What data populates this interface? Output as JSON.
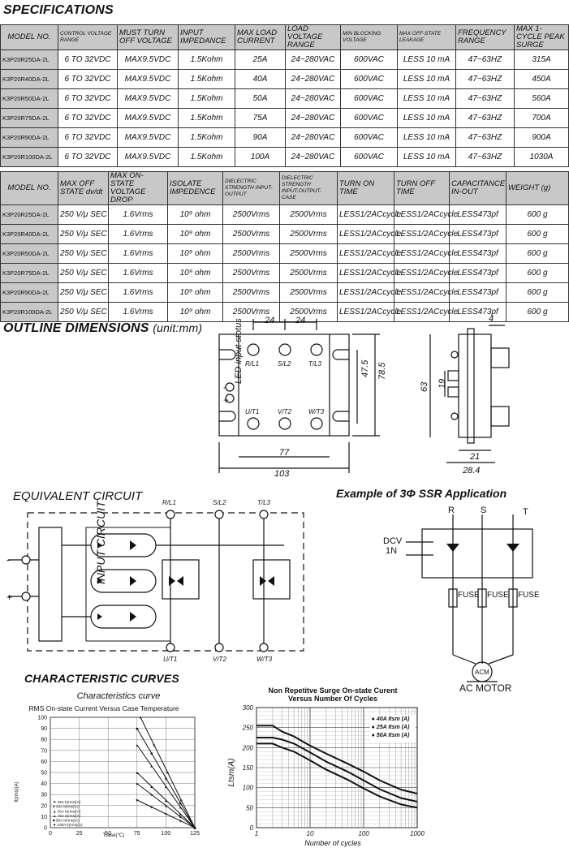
{
  "titles": {
    "specifications": "SPECIFICATIONS",
    "outline": "OUTLINE DIMENSIONS",
    "outline_unit": "(unit:mm)",
    "equivalent": "EQUIVALENT  CIRCUIT",
    "example": "Example of 3Φ SSR Application",
    "curves": "CHARACTERISTIC  CURVES"
  },
  "table1": {
    "headers": [
      "MODEL NO.",
      "CONTROL VOLTAGE RANGE",
      "MUST TURN OFF VOLTAGE",
      "INPUT IMPEDANCE",
      "MAX LOAD CURRENT",
      "LOAD VOLTAGE RANGE",
      "MIN BLOCKING VOLTAGE",
      "MAX OFF-STATE LEAKAGE",
      "FREQUENCY RANGE",
      "MAX 1-CYCLE PEAK SURGE"
    ],
    "rows": [
      [
        "K3P20R25DA-2L",
        "6 TO 32VDC",
        "MAX9.5VDC",
        "1.5Kohm",
        "25A",
        "24~280VAC",
        "600VAC",
        "LESS 10 mA",
        "47~63HZ",
        "315A"
      ],
      [
        "K3P20R40DA-2L",
        "6 TO 32VDC",
        "MAX9.5VDC",
        "1.5Kohm",
        "40A",
        "24~280VAC",
        "600VAC",
        "LESS 10 mA",
        "47~63HZ",
        "450A"
      ],
      [
        "K3P20R50DA-2L",
        "6 TO 32VDC",
        "MAX9.5VDC",
        "1.5Kohm",
        "50A",
        "24~280VAC",
        "600VAC",
        "LESS 10 mA",
        "47~63HZ",
        "560A"
      ],
      [
        "K3P20R75DA-2L",
        "6 TO 32VDC",
        "MAX9.5VDC",
        "1.5Kohm",
        "75A",
        "24~280VAC",
        "600VAC",
        "LESS 10 mA",
        "47~63HZ",
        "700A"
      ],
      [
        "K3P20R90DA-2L",
        "6 TO 32VDC",
        "MAX9.5VDC",
        "1.5Kohm",
        "90A",
        "24~280VAC",
        "600VAC",
        "LESS 10 mA",
        "47~63HZ",
        "900A"
      ],
      [
        "K3P20R100DA-2L",
        "6 TO 32VDC",
        "MAX9.5VDC",
        "1.5Kohm",
        "100A",
        "24~280VAC",
        "600VAC",
        "LESS 10 mA",
        "47~63HZ",
        "1030A"
      ]
    ]
  },
  "table2": {
    "headers": [
      "MODEL NO.",
      "MAX OFF STATE dv/dt",
      "MAX  ON-STATE VOLTAGE DROP",
      "ISOLATE IMPEDENCE",
      "DIELECTRIC STRENGTH INPUT-OUTPUT",
      "DIELECTRIC STRENGTH INPUT.OUTPUT-CASE",
      "TURN ON TIME",
      "TURN OFF TIME",
      "CAPACITANCE IN-OUT",
      "WEIGHT (g)"
    ],
    "rows": [
      [
        "K3P20R25DA-2L",
        "250 V/μ SEC",
        "1.6Vrms",
        "10⁹ ohm",
        "2500Vrms",
        "2500Vrms",
        "LESS1/2ACcycle",
        "LESS1/2ACcycle",
        "LESS473pf",
        "600 g"
      ],
      [
        "K3P20R40DA-2L",
        "250 V/μ SEC",
        "1.6Vrms",
        "10⁹ ohm",
        "2500Vrms",
        "2500Vrms",
        "LESS1/2ACcycle",
        "LESS1/2ACcycle",
        "LESS473pf",
        "600 g"
      ],
      [
        "K3P20R50DA-2L",
        "250 V/μ SEC",
        "1.6Vrms",
        "10⁹ ohm",
        "2500Vrms",
        "2500Vrms",
        "LESS1/2ACcycle",
        "LESS1/2ACcycle",
        "LESS473pf",
        "600 g"
      ],
      [
        "K3P20R75DA-2L",
        "250 V/μ SEC",
        "1.6Vrms",
        "10⁹ ohm",
        "2500Vrms",
        "2500Vrms",
        "LESS1/2ACcycle",
        "LESS1/2ACcycle",
        "LESS473pf",
        "600 g"
      ],
      [
        "K3P20R90DA-2L",
        "250 V/μ SEC",
        "1.6Vrms",
        "10⁹ ohm",
        "2500Vrms",
        "2500Vrms",
        "LESS1/2ACcycle",
        "LESS1/2ACcycle",
        "LESS473pf",
        "600 g"
      ],
      [
        "K3P20R100DA-2L",
        "250 V/μ SEC",
        "1.6Vrms",
        "10⁹ ohm",
        "2500Vrms",
        "2500Vrms",
        "LESS1/2ACcycle",
        "LESS1/2ACcycle",
        "LESS473pf",
        "600 g"
      ]
    ]
  },
  "outline": {
    "led_label": "LED input stotus",
    "terminals_top": [
      "R/L1",
      "S/L2",
      "T/L3"
    ],
    "terminals_bottom": [
      "U/T1",
      "V/T2",
      "W/T3"
    ],
    "dims": {
      "top_a": "24",
      "top_b": "24",
      "height_inner": "47.5",
      "height_outer": "78.5",
      "width_inner": "77",
      "width_outer": "103",
      "side_63": "63",
      "side_19": "19",
      "side_21": "21",
      "side_284": "28.4",
      "side_4": "4"
    }
  },
  "equivalent": {
    "block_label": "INPUT CIRCUIT",
    "top_terms": [
      "R/L1",
      "S/L2",
      "T/L3"
    ],
    "bottom_terms": [
      "U/T1",
      "V/T2",
      "W/T3"
    ],
    "minus": "-",
    "plus": "+"
  },
  "application": {
    "phases": [
      "R",
      "S",
      "T"
    ],
    "dcv": "DCV",
    "in_label": "1N",
    "fuse": "FUSE",
    "motor": "ACM",
    "motor_label": "AC  MOTOR"
  },
  "chart_data": [
    {
      "type": "line",
      "title": "Characteristics  curve",
      "subtitle": "RMS  On-state   Current  Versus  Case  Temperature",
      "xlabel": "Tcase(°C)",
      "ylabel": "It(rms)(A)",
      "xlim": [
        0,
        125
      ],
      "ylim": [
        0,
        100
      ],
      "x_ticks": [
        0,
        25,
        50,
        75,
        100,
        125
      ],
      "y_ticks": [
        0,
        10,
        20,
        30,
        40,
        50,
        60,
        70,
        80,
        90,
        100
      ],
      "grid": true,
      "legend": "bottom-left",
      "series": [
        {
          "name": "25A It(rms)(A)",
          "marker": "▼",
          "x": [
            75,
            125
          ],
          "y": [
            25,
            0
          ]
        },
        {
          "name": "40A It(rms)(A)",
          "marker": "●",
          "x": [
            75,
            125
          ],
          "y": [
            40,
            0
          ]
        },
        {
          "name": "50A It(rms)(A)",
          "marker": "▲",
          "x": [
            75,
            125
          ],
          "y": [
            50,
            0
          ]
        },
        {
          "name": "75A It(rms)(A)",
          "marker": "▲",
          "x": [
            75,
            125
          ],
          "y": [
            75,
            0
          ]
        },
        {
          "name": "90A It(rms)(A)",
          "marker": "■",
          "x": [
            75,
            125
          ],
          "y": [
            90,
            0
          ]
        },
        {
          "name": "100A It(rms)(A)",
          "marker": "★",
          "x": [
            78,
            125
          ],
          "y": [
            100,
            0
          ]
        }
      ]
    },
    {
      "type": "line",
      "title": "Non  Repetitve  Surge  On-state  Curent",
      "subtitle": "Versus  Number  Of  Cycles",
      "xlabel": "Number of cycles",
      "ylabel": "Ltsm(A)",
      "xscale": "log",
      "xlim": [
        1,
        1000
      ],
      "ylim": [
        0,
        300
      ],
      "x_ticks": [
        1,
        10,
        100,
        1000
      ],
      "y_ticks": [
        0,
        50,
        100,
        150,
        200,
        250,
        300
      ],
      "grid": true,
      "legend": "top-right",
      "series": [
        {
          "name": "40A Itsm (A)",
          "x": [
            1,
            2,
            3,
            5,
            8,
            10,
            20,
            50,
            100,
            200,
            500,
            1000
          ],
          "y": [
            255,
            255,
            240,
            228,
            212,
            205,
            185,
            160,
            140,
            118,
            95,
            85
          ]
        },
        {
          "name": "25A Itsm (A)",
          "x": [
            1,
            2,
            3,
            5,
            8,
            10,
            20,
            50,
            100,
            200,
            500,
            1000
          ],
          "y": [
            225,
            225,
            220,
            210,
            195,
            188,
            165,
            140,
            118,
            96,
            74,
            65
          ]
        },
        {
          "name": "50A Itsm (A)",
          "x": [
            1,
            2,
            3,
            5,
            8,
            10,
            20,
            50,
            100,
            200,
            500,
            1000
          ],
          "y": [
            210,
            210,
            200,
            190,
            175,
            168,
            145,
            120,
            98,
            78,
            58,
            50
          ]
        }
      ]
    }
  ]
}
